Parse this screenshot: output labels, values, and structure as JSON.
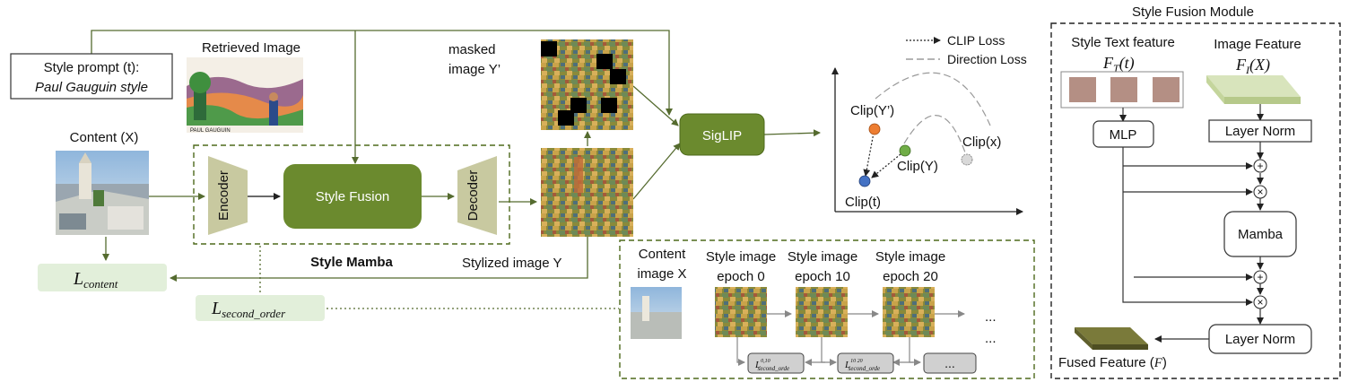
{
  "inputs": {
    "style_prompt_line1": "Style prompt (t):",
    "style_prompt_line2": "Paul Gauguin style",
    "retrieved_image": "Retrieved Image",
    "retrieved_caption": "PAUL GAUGUIN",
    "content": "Content (X)"
  },
  "style_mamba": {
    "encoder": "Encoder",
    "style_fusion": "Style Fusion",
    "decoder": "Decoder",
    "title": "Style Mamba"
  },
  "outputs": {
    "masked_line1": "masked",
    "masked_line2": "image Y’",
    "stylized": "Stylized image Y",
    "siglip": "SigLIP"
  },
  "losses": {
    "content_base": "L",
    "content_sub": "content",
    "second_base": "L",
    "second_sub": "second_order",
    "clip_loss": "CLIP Loss",
    "direction_loss": "Direction Loss"
  },
  "clip_space": {
    "clip_y_prime": "Clip(Y’)",
    "clip_y": "Clip(Y)",
    "clip_x": "Clip(x)",
    "clip_t": "Clip(t)",
    "colors": {
      "y_prime": "#ed7d31",
      "y": "#70ad47",
      "x": "#d9d9d9",
      "t": "#4472c4"
    }
  },
  "epochs": {
    "content_line1": "Content",
    "content_line2": "image X",
    "e0_line1": "Style image",
    "e0_line2": "epoch 0",
    "e10_line1": "Style image",
    "e10_line2": "epoch 10",
    "e20_line1": "Style image",
    "e20_line2": "epoch 20",
    "dots1": "...",
    "dots2": "...",
    "dots3": "...",
    "l1_base": "L",
    "l1_sup": "0,10",
    "l1_sub": "second_orde",
    "l2_base": "L",
    "l2_sup": "10 20",
    "l2_sub": "second_orde"
  },
  "fusion_module": {
    "title": "Style Fusion Module",
    "style_text": "Style Text feature",
    "image_feature": "Image Feature",
    "ft_base": "F",
    "ft_sub": "T",
    "ft_arg": "(t)",
    "fi_base": "F",
    "fi_sub": "I",
    "fi_arg": "(X)",
    "mlp": "MLP",
    "layer_norm_top": "Layer Norm",
    "mamba": "Mamba",
    "layer_norm_bottom": "Layer Norm",
    "fused_label": "Fused Feature (",
    "fused_symbol": "F",
    "fused_close": ")",
    "plus_symbol": "+",
    "times_symbol": "×"
  },
  "colors": {
    "olive": "#6b8a2e",
    "olive_dark": "#4e6a1c",
    "loss_fill": "#e2efda",
    "arrow": "#556b2f",
    "token": "#b48f84"
  }
}
